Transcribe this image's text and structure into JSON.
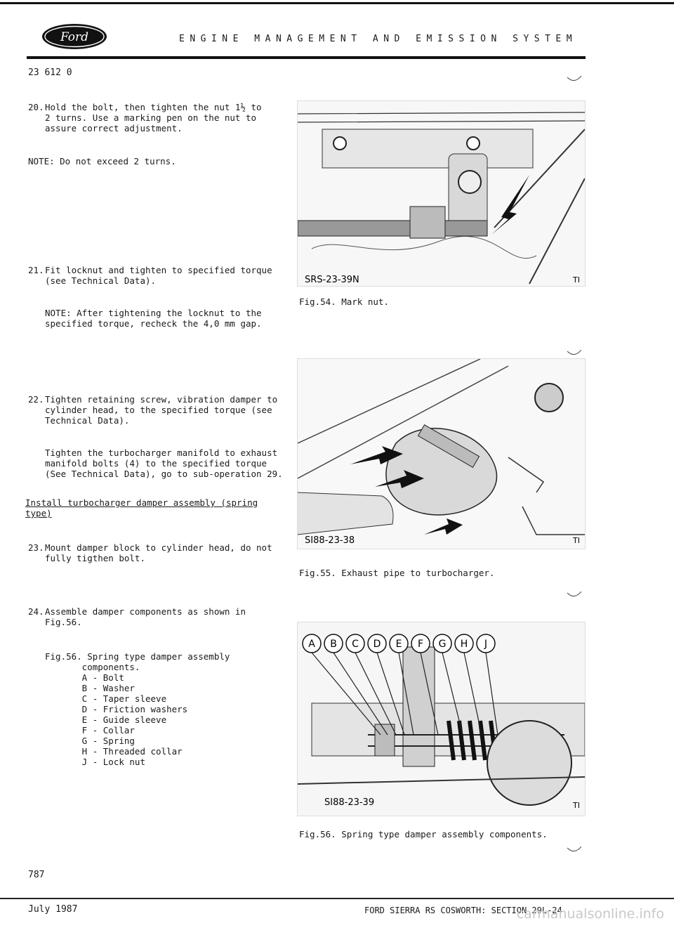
{
  "header": {
    "brand": "Ford",
    "title": "ENGINE MANAGEMENT AND EMISSION SYSTEM",
    "doc_number": "23 612 0"
  },
  "steps": [
    {
      "num": "20.",
      "text": "Hold the bolt, then tighten the nut 1½ to\n2 turns. Use a marking pen on the nut to\nassure correct adjustment."
    },
    {
      "num": "",
      "text": "NOTE: Do not exceed 2 turns."
    },
    {
      "num": "21.",
      "text": "Fit locknut and tighten to specified torque\n(see Technical Data)."
    },
    {
      "num": "",
      "text": "NOTE: After tightening the locknut to the\nspecified torque, recheck the 4,0 mm gap."
    },
    {
      "num": "22.",
      "text": "Tighten retaining screw, vibration damper to\ncylinder head, to the specified torque (see\nTechnical Data)."
    },
    {
      "num": "",
      "text": "Tighten the turbocharger manifold to exhaust\nmanifold bolts (4) to the specified torque\n(See Technical Data), go to sub-operation 29."
    },
    {
      "num": "",
      "text": "Install turbocharger damper assembly (spring\ntype)"
    },
    {
      "num": "23.",
      "text": "Mount damper block to cylinder head, do not\nfully tigthen bolt."
    },
    {
      "num": "24.",
      "text": "Assemble damper components as shown in\nFig.56."
    },
    {
      "num": "",
      "text": "Fig.56. Spring type damper assembly\n       components.\n       A - Bolt\n       B - Washer\n       C - Taper sleeve\n       D - Friction washers\n       E - Guide sleeve\n       F - Collar\n       G - Spring\n       H - Threaded collar\n       J - Lock nut"
    }
  ],
  "figures": [
    {
      "code": "SRS-23-39N",
      "corner": "TI",
      "caption": "Fig.54. Mark nut."
    },
    {
      "code": "SI88-23-38",
      "corner": "TI",
      "caption": "Fig.55. Exhaust pipe to turbocharger."
    },
    {
      "code": "SI88-23-39",
      "corner": "TI",
      "caption": "Fig.56. Spring type damper assembly components.",
      "labels": [
        "A",
        "B",
        "C",
        "D",
        "E",
        "F",
        "G",
        "H",
        "J"
      ]
    }
  ],
  "footer": {
    "page_number": "787",
    "date": "July 1987",
    "publication": "FORD SIERRA RS COSWORTH: SECTION 29L-24",
    "watermark": "carmanualsonline.info"
  }
}
